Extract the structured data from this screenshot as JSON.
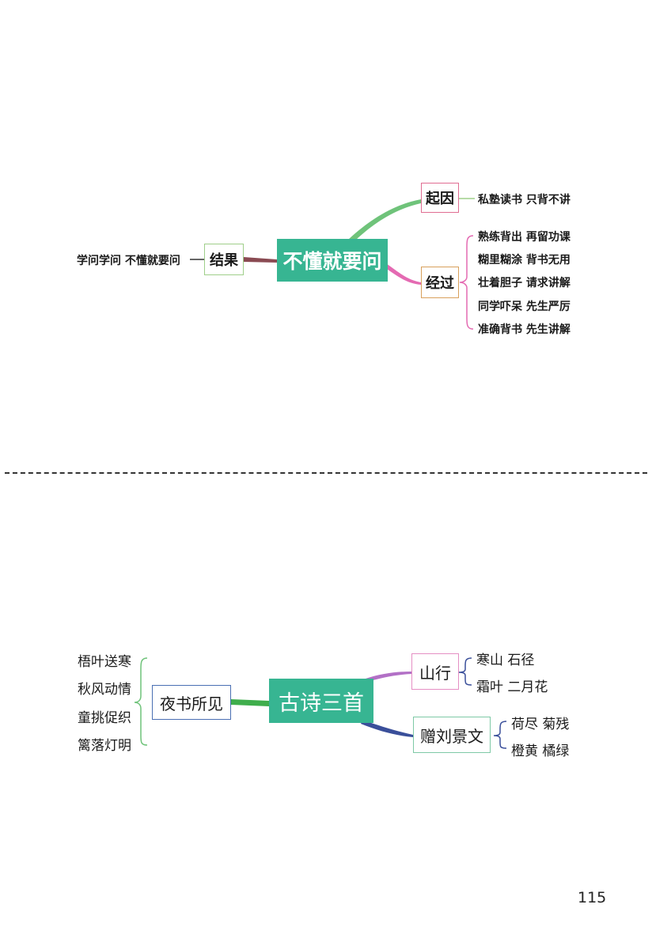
{
  "map1": {
    "central": "不懂就要问",
    "result": {
      "label": "结果",
      "leaf": "学问学问  不懂就要问"
    },
    "cause": {
      "label": "起因",
      "leaf": "私塾读书  只背不讲"
    },
    "process": {
      "label": "经过",
      "leaves": [
        "熟练背出  再留功课",
        "糊里糊涂  背书无用",
        "壮着胆子  请求讲解",
        "同学吓呆  先生严厉",
        "准确背书  先生讲解"
      ]
    }
  },
  "map2": {
    "central": "古诗三首",
    "poem1": {
      "label": "夜书所见",
      "leaves": [
        "梧叶送寒",
        "秋风动情",
        "童挑促织",
        "篱落灯明"
      ]
    },
    "poem2": {
      "label": "山行",
      "leaves": [
        "寒山 石径",
        "霜叶 二月花"
      ]
    },
    "poem3": {
      "label": "赠刘景文",
      "leaves": [
        "荷尽 菊残",
        "橙黄 橘绿"
      ]
    }
  },
  "page_number": "115",
  "colors": {
    "central_bg": "#37b592",
    "cause": "#e06d92",
    "process": "#d8a05c",
    "result": "#9fcf8a",
    "poem1": "#4a6fb3",
    "poem2": "#e58fc4",
    "poem3": "#7ec9a6"
  }
}
